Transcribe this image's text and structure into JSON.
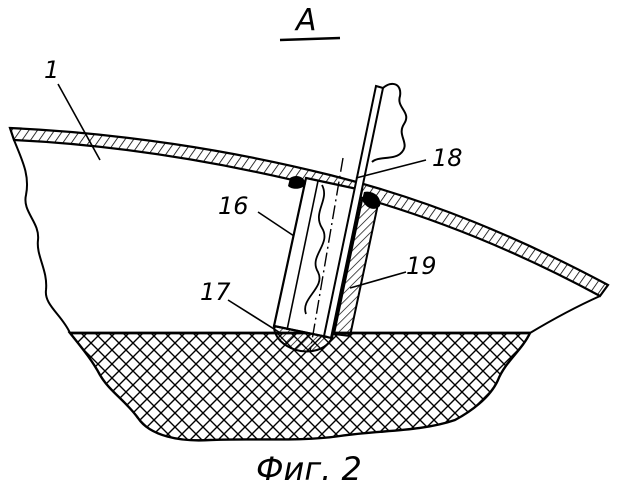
{
  "view_label": "A",
  "caption": "Фиг. 2",
  "part_labels": {
    "shell": "1",
    "sleeve": "16",
    "bottom": "17",
    "probe": "18",
    "wall": "19"
  },
  "colors": {
    "ink": "#000000",
    "paper": "#ffffff"
  }
}
